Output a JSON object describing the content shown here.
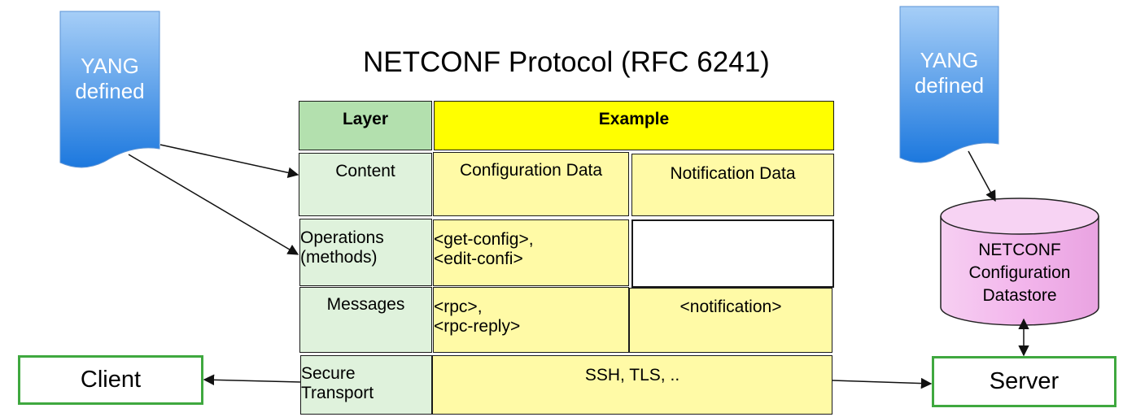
{
  "title": "NETCONF Protocol (RFC 6241)",
  "yang_left": {
    "line1": "YANG",
    "line2": "defined"
  },
  "yang_right": {
    "line1": "YANG",
    "line2": "defined"
  },
  "table": {
    "header": {
      "layer": "Layer",
      "example": "Example"
    },
    "content": {
      "layer": "Content",
      "config": "Configuration Data",
      "notification": "Notification Data"
    },
    "operations": {
      "layer_line1": "Operations",
      "layer_line2": "(methods)",
      "ex_line1": "<get-config>,",
      "ex_line2": "<edit-confi>"
    },
    "messages": {
      "layer": "Messages",
      "ex_line1": "<rpc>,",
      "ex_line2": "<rpc-reply>",
      "notification": "<notification>"
    },
    "transport": {
      "layer_line1": "Secure",
      "layer_line2": "Transport",
      "example": "SSH, TLS, .."
    }
  },
  "datastore": {
    "line1": "NETCONF",
    "line2": "Configuration",
    "line3": "Datastore"
  },
  "client": "Client",
  "server": "Server",
  "colors": {
    "banner_top": "#9ec9f5",
    "banner_bottom": "#1f7be0",
    "cylinder_fill": "#f4bfee",
    "cylinder_stroke": "#222222",
    "box_border": "#3fa83f"
  }
}
